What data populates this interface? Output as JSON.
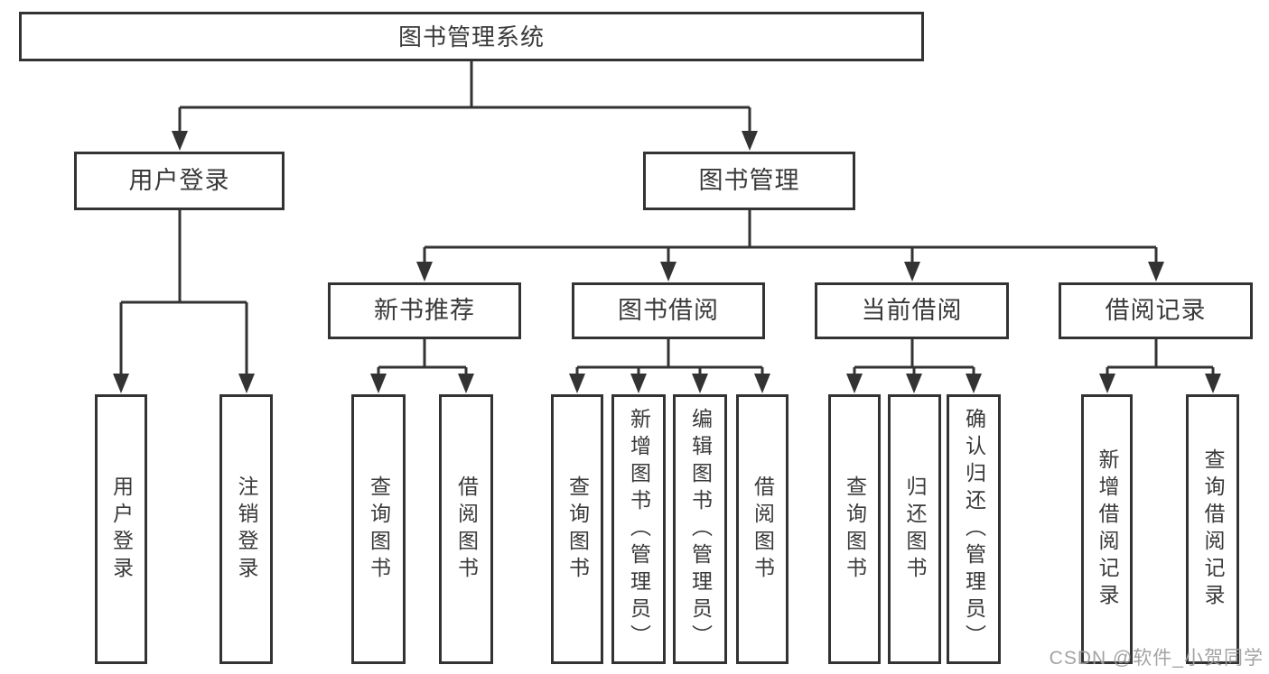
{
  "diagram": {
    "root": {
      "label": "图书管理系统"
    },
    "level2": [
      {
        "label": "用户登录"
      },
      {
        "label": "图书管理"
      }
    ],
    "level3": [
      {
        "label": "新书推荐"
      },
      {
        "label": "图书借阅"
      },
      {
        "label": "当前借阅"
      },
      {
        "label": "借阅记录"
      }
    ],
    "leaves": {
      "login": [
        "用户登录",
        "注销登录"
      ],
      "recommend": [
        "查询图书",
        "借阅图书"
      ],
      "borrow": [
        "查询图书",
        "新增图书（管理员）",
        "编辑图书（管理员）",
        "借阅图书"
      ],
      "current": [
        "查询图书",
        "归还图书",
        "确认归还（管理员）"
      ],
      "records": [
        "新增借阅记录",
        "查询借阅记录"
      ]
    }
  },
  "watermark": {
    "text": "CSDN @软件_小贺同学"
  },
  "colors": {
    "line": "#333333",
    "background": "#ffffff",
    "watermark": "#9e9e9e"
  }
}
